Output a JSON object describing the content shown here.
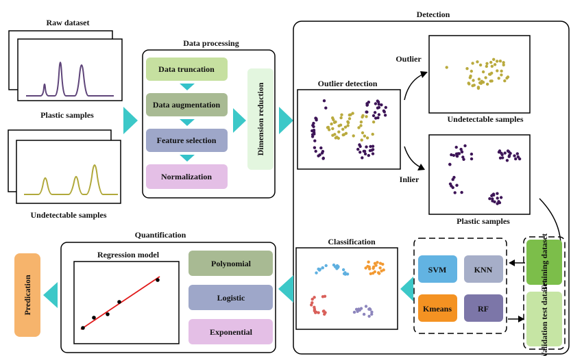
{
  "raw_dataset": {
    "title": "Raw dataset",
    "plastic_label": "Plastic samples",
    "undetectable_label": "Undetectable samples"
  },
  "data_processing": {
    "title": "Data processing",
    "steps": [
      {
        "label": "Data truncation",
        "color": "#c6e0a0"
      },
      {
        "label": "Data augmentation",
        "color": "#a8ba93"
      },
      {
        "label": "Feature selection",
        "color": "#9ea7c9"
      },
      {
        "label": "Normalization",
        "color": "#e4bfe6"
      }
    ],
    "dimension_reduction": "Dimension reduction",
    "dimension_reduction_color": "#e3f6df"
  },
  "detection": {
    "title": "Detection",
    "outlier_detection": "Outlier detection",
    "outlier_label": "Outlier",
    "inlier_label": "Inlier",
    "undetectable_label": "Undetectable samples",
    "plastic_label": "Plastic samples"
  },
  "classification": {
    "title": "Classification",
    "models": [
      {
        "label": "SVM",
        "color": "#62b3e2"
      },
      {
        "label": "KNN",
        "color": "#a6aec8"
      },
      {
        "label": "Kmeans",
        "color": "#f49222"
      },
      {
        "label": "RF",
        "color": "#7c76a8"
      }
    ],
    "training": "Training dataset",
    "validation": "Validation test dataset",
    "training_color": "#7cbe4a",
    "validation_color": "#c6e5a4"
  },
  "quantification": {
    "title": "Quantification",
    "regression_model": "Regression model",
    "models": [
      {
        "label": "Polynomial",
        "color": "#a8ba93"
      },
      {
        "label": "Logistic",
        "color": "#9ea7c9"
      },
      {
        "label": "Exponential",
        "color": "#e4bfe6"
      }
    ],
    "prediction": "Predication",
    "prediction_color": "#f6b46c"
  },
  "colors": {
    "arrow_teal": "#3cc8c8",
    "step_arrow": "#35c2c9",
    "inlier_dot": "#3d1557",
    "outlier_dot": "#b9aa3e",
    "plastic_line": "#5e4479",
    "undetectable_line": "#b0a83a",
    "cluster_blue": "#5fb0e0",
    "cluster_orange": "#f29a33",
    "cluster_red": "#d9605a",
    "cluster_purple": "#8d86bd",
    "regression_line": "#e01818"
  }
}
